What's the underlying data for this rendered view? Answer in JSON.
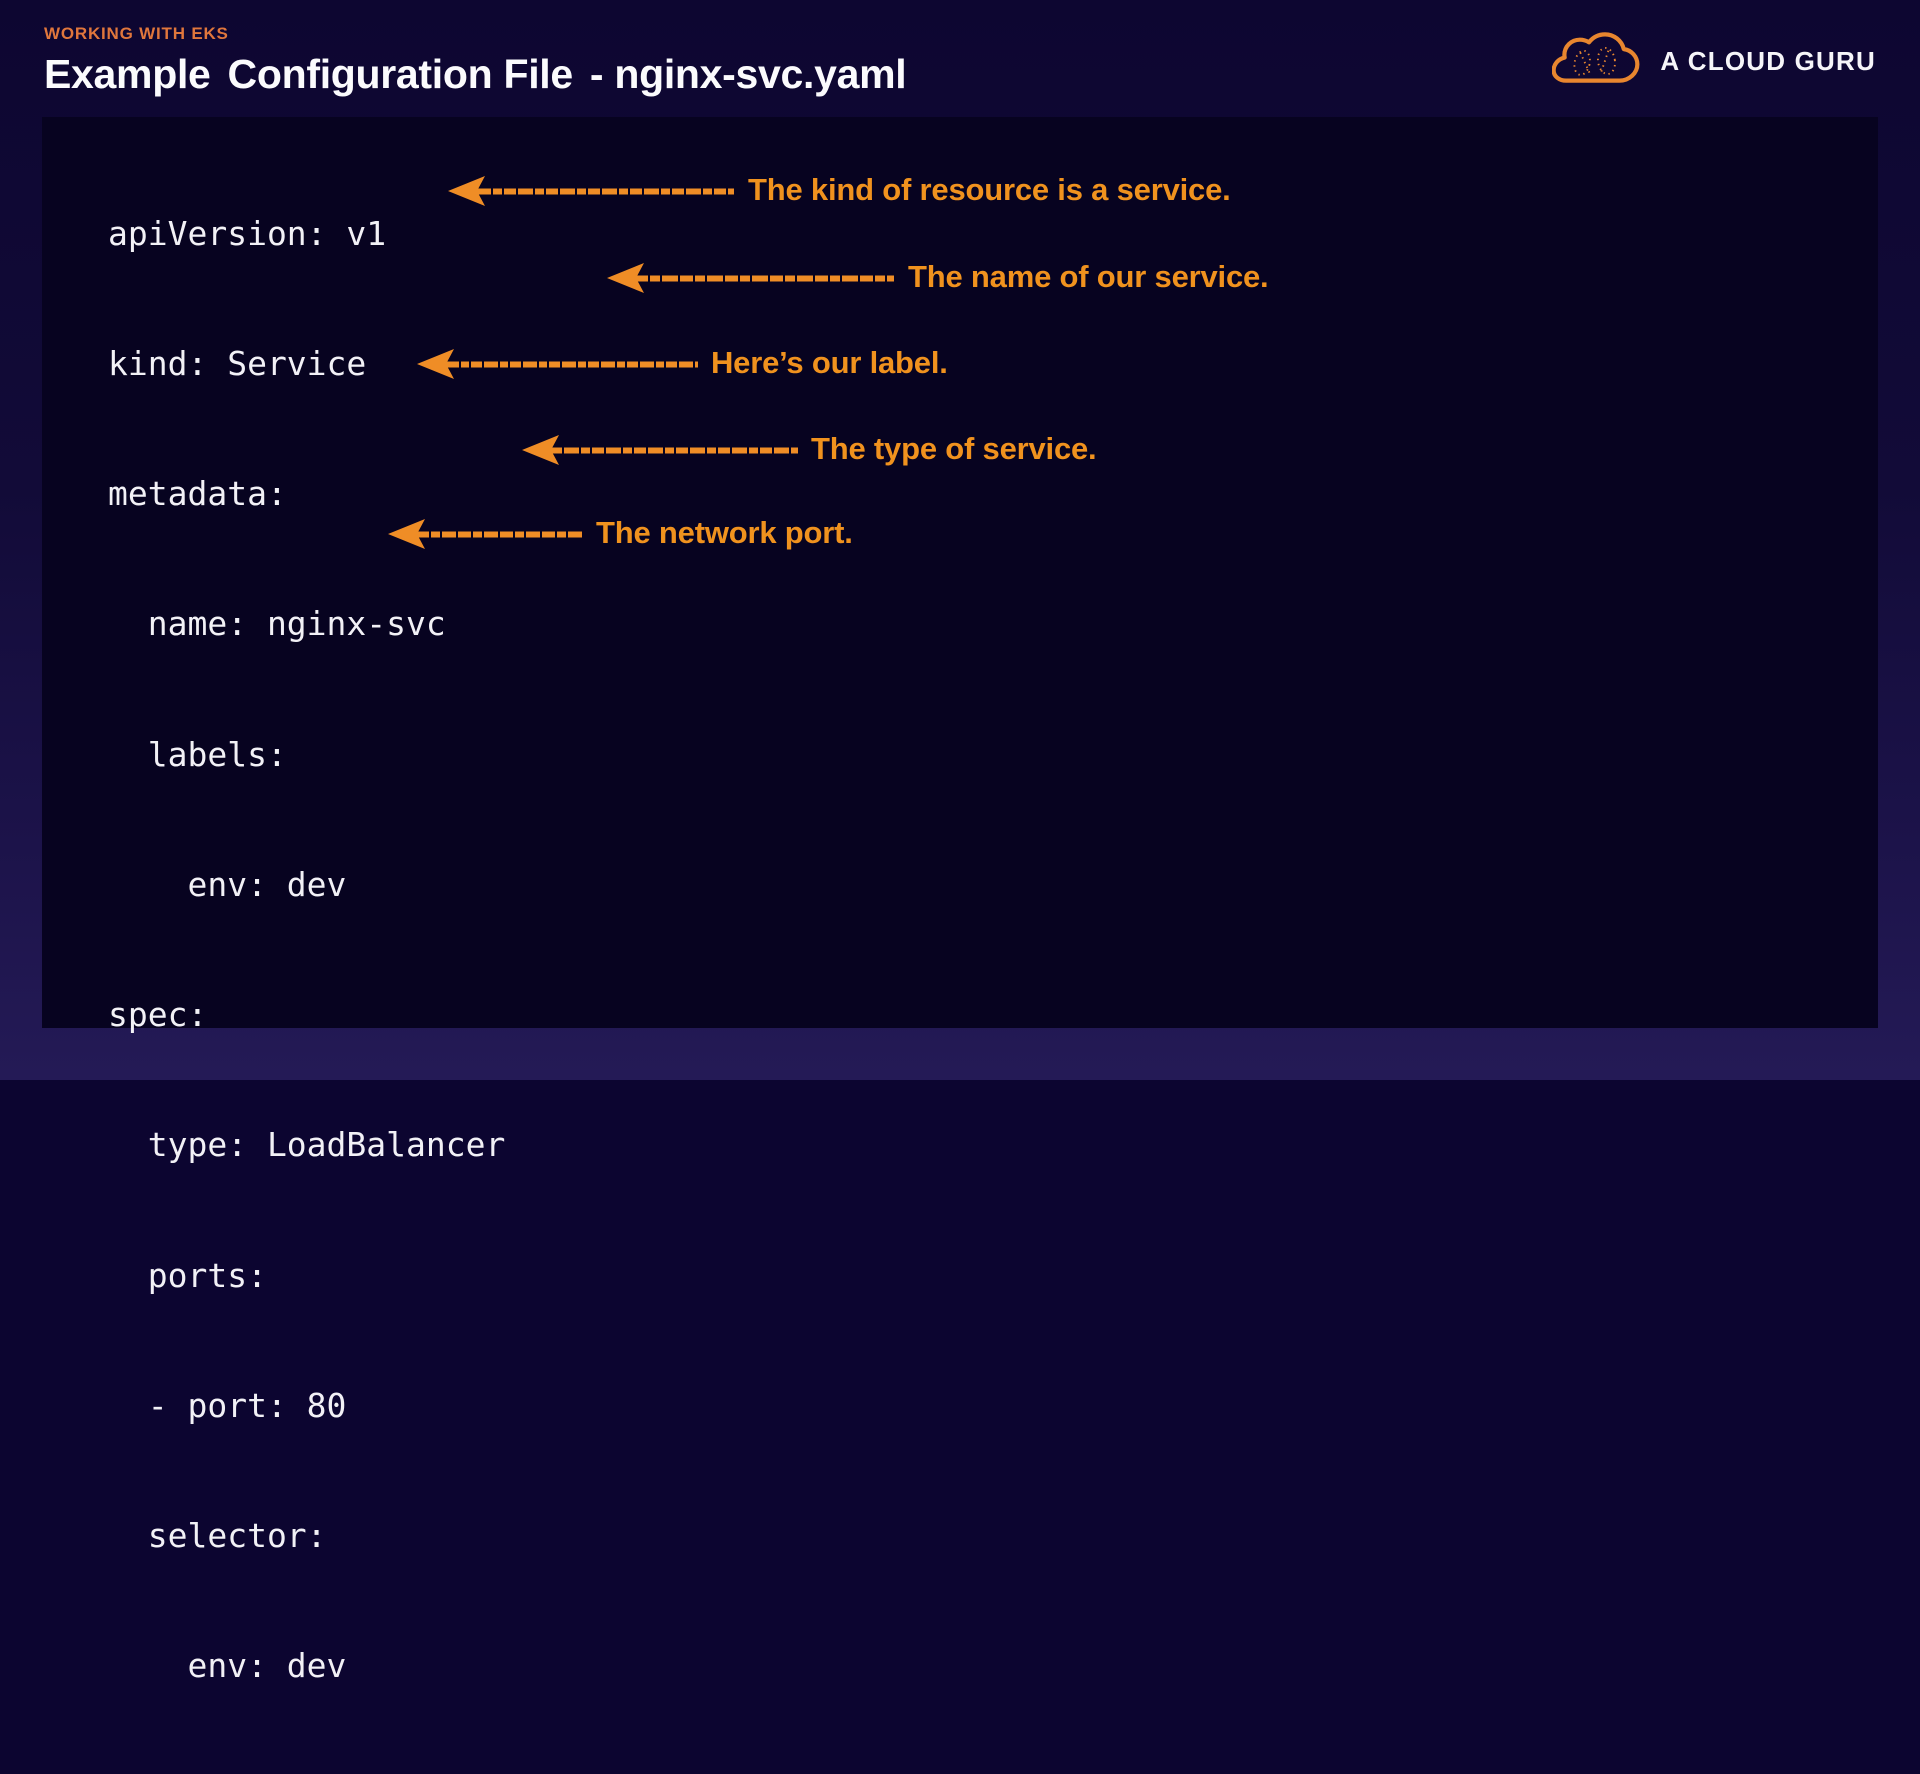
{
  "header": {
    "eyebrow": "WORKING WITH EKS",
    "title_parts": [
      "Example",
      "Configuration File",
      "- nginx-svc.yaml"
    ]
  },
  "logo": {
    "name": "A CLOUD GURU",
    "icon": "cloud-outline-icon"
  },
  "code": {
    "filename": "nginx-svc.yaml",
    "lines": [
      "apiVersion: v1",
      "kind: Service",
      "metadata:",
      "  name: nginx-svc",
      "  labels:",
      "    env: dev",
      "spec:",
      "  type: LoadBalancer",
      "  ports:",
      "  - port: 80",
      "  selector:",
      "    env: dev"
    ]
  },
  "annotations": [
    {
      "label": "The kind of resource is a service.",
      "points_to": "kind: Service"
    },
    {
      "label": "The name of our service.",
      "points_to": "name: nginx-svc"
    },
    {
      "label": "Here’s our label.",
      "points_to": "env: dev"
    },
    {
      "label": "The type of service.",
      "points_to": "type: LoadBalancer"
    },
    {
      "label": "The network port.",
      "points_to": "- port: 80"
    }
  ],
  "colors": {
    "background_top": "#0d0631",
    "background_bottom": "#241a56",
    "panel": "#070320",
    "eyebrow_orange": "#e0763c",
    "annotation_orange": "#f0921e",
    "arrow_orange": "#ef8d26",
    "code_text": "#f2f1f6",
    "title_white": "#fbfbfd"
  }
}
